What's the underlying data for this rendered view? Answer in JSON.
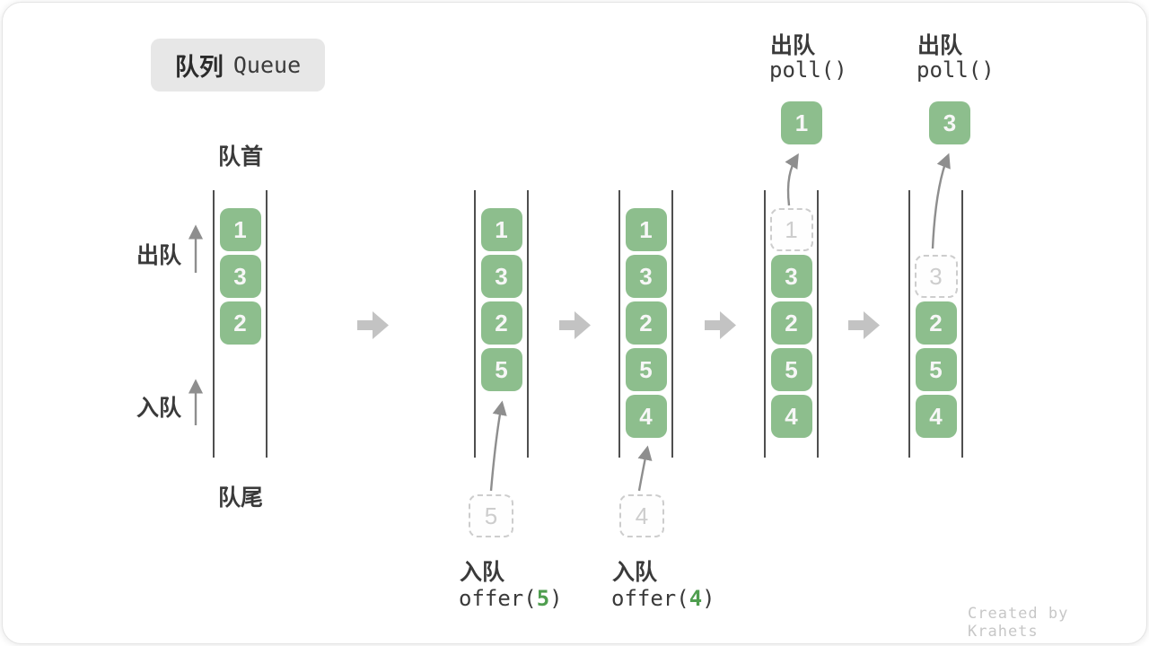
{
  "title": {
    "zh": "队列",
    "en": "Queue"
  },
  "labels": {
    "front": "队首",
    "rear": "队尾",
    "dequeue": "出队",
    "enqueue": "入队"
  },
  "states": [
    {
      "cells": [
        "1",
        "3",
        "2"
      ]
    },
    {
      "cells": [
        "1",
        "3",
        "2",
        "5"
      ],
      "staged": "5"
    },
    {
      "cells": [
        "1",
        "3",
        "2",
        "5",
        "4"
      ],
      "staged": "4"
    },
    {
      "cells": [
        "3",
        "2",
        "5",
        "4"
      ],
      "removed": "1",
      "popped": "1"
    },
    {
      "cells": [
        "2",
        "5",
        "4"
      ],
      "removed": "3",
      "popped": "3"
    }
  ],
  "ops": {
    "offer5": {
      "label": "入队",
      "fn": "offer(",
      "arg": "5",
      "close": ")"
    },
    "offer4": {
      "label": "入队",
      "fn": "offer(",
      "arg": "4",
      "close": ")"
    },
    "poll1": {
      "label": "出队",
      "code": "poll()"
    },
    "poll2": {
      "label": "出队",
      "code": "poll()"
    }
  },
  "watermark": "Created by Krahets",
  "colors": {
    "box_green": "#8dbe8d",
    "code_green": "#4f9e4f",
    "arrow_gray": "#c3c3c3",
    "thin_arrow": "#8e8e8e",
    "line_color": "#4f4f4f",
    "label_color": "#3a3a3a",
    "dashed_color": "#cdcdcd",
    "badge_bg": "#e7e7e7",
    "watermark_color": "#c7c7c7"
  }
}
